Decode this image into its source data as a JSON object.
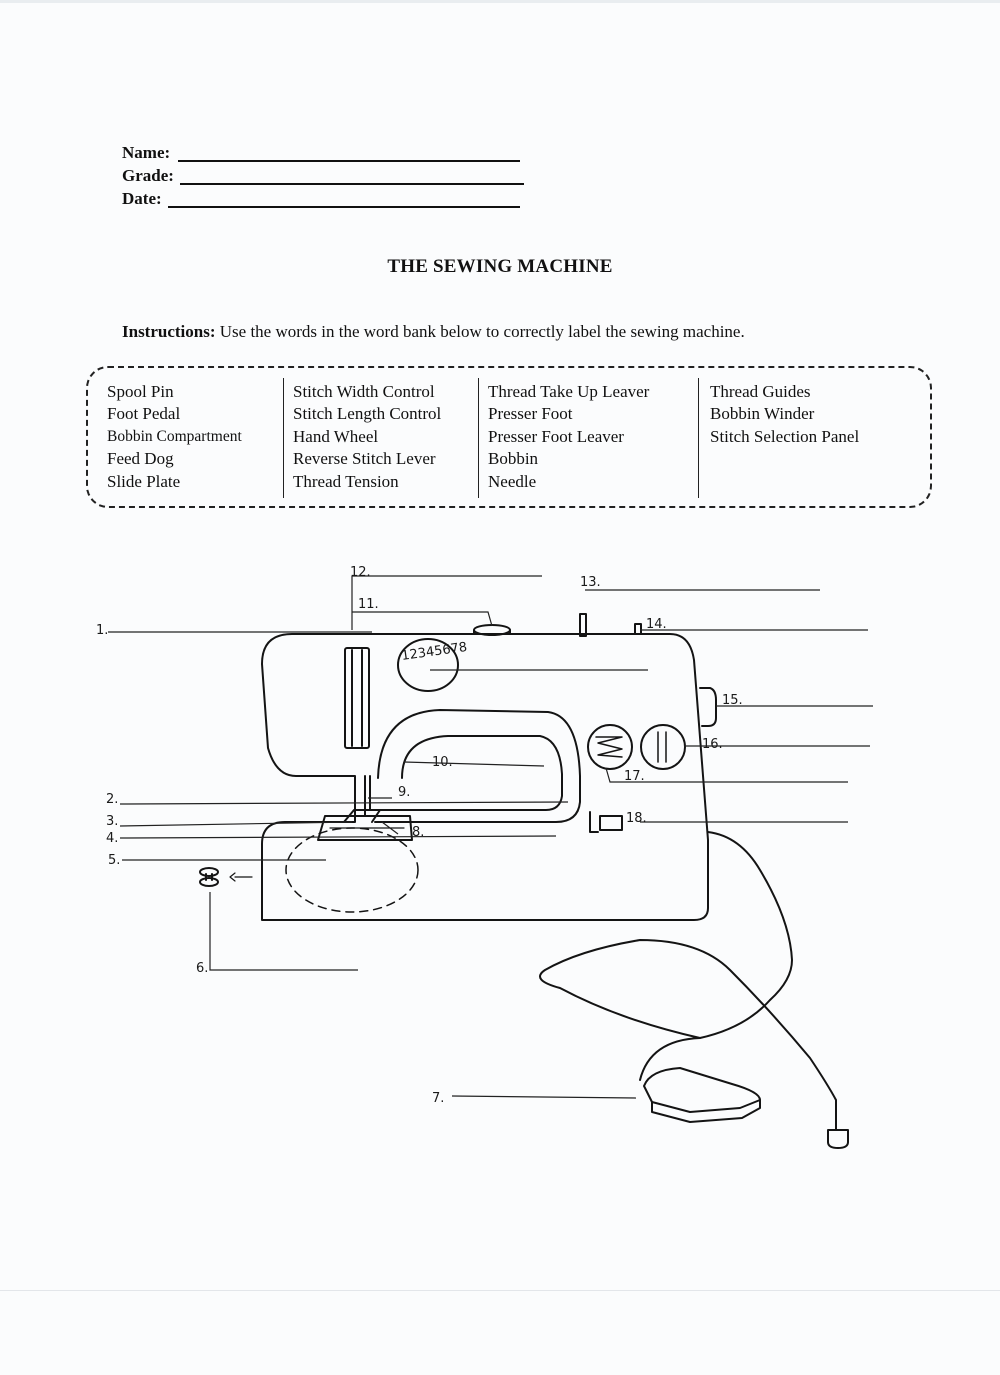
{
  "header": {
    "name_label": "Name:",
    "grade_label": "Grade:",
    "date_label": "Date:"
  },
  "title": "THE SEWING MACHINE",
  "instructions": {
    "prefix": "Instructions:",
    "text": " Use the words in the word bank below to correctly label the sewing machine."
  },
  "word_bank": {
    "columns": [
      [
        "Spool Pin",
        "Foot Pedal",
        "Bobbin Compartment",
        "Feed Dog",
        "Slide Plate"
      ],
      [
        "Stitch Width Control",
        "Stitch Length Control",
        "Hand Wheel",
        "Reverse Stitch Lever",
        "Thread Tension"
      ],
      [
        "Thread Take Up Leaver",
        "Presser Foot",
        "Presser Foot Leaver",
        "Bobbin",
        "Needle"
      ],
      [
        "Thread Guides",
        "Bobbin Winder",
        "Stitch Selection Panel"
      ]
    ]
  },
  "diagram": {
    "labels": [
      "1.",
      "2.",
      "3.",
      "4.",
      "5.",
      "6.",
      "7.",
      "8.",
      "9.",
      "10.",
      "11.",
      "12.",
      "13.",
      "14.",
      "15.",
      "16.",
      "17.",
      "18."
    ],
    "dial_numbers": "12345678"
  }
}
